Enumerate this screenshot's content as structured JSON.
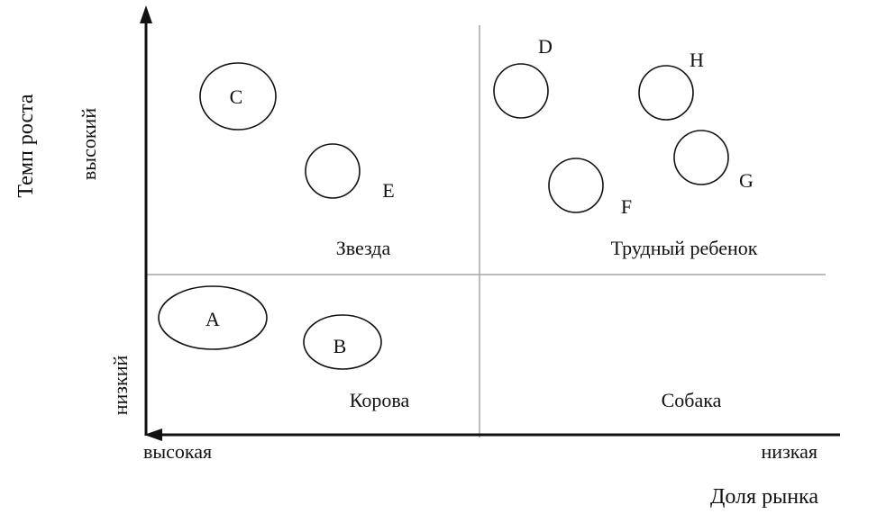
{
  "axes": {
    "y_title": "Темп роста",
    "y_high": "высокий",
    "y_low": "низкий",
    "x_title": "Доля рынка",
    "x_high": "высокая",
    "x_low": "низкая"
  },
  "quadrants": {
    "top_left": "Звезда",
    "top_right": "Трудный ребенок",
    "bottom_left": "Корова",
    "bottom_right": "Собака"
  },
  "items": {
    "A": "A",
    "B": "B",
    "C": "C",
    "D": "D",
    "E": "E",
    "F": "F",
    "G": "G",
    "H": "H"
  },
  "colors": {
    "ink": "#111111",
    "grid": "#a6a6a6",
    "background": "#ffffff"
  }
}
